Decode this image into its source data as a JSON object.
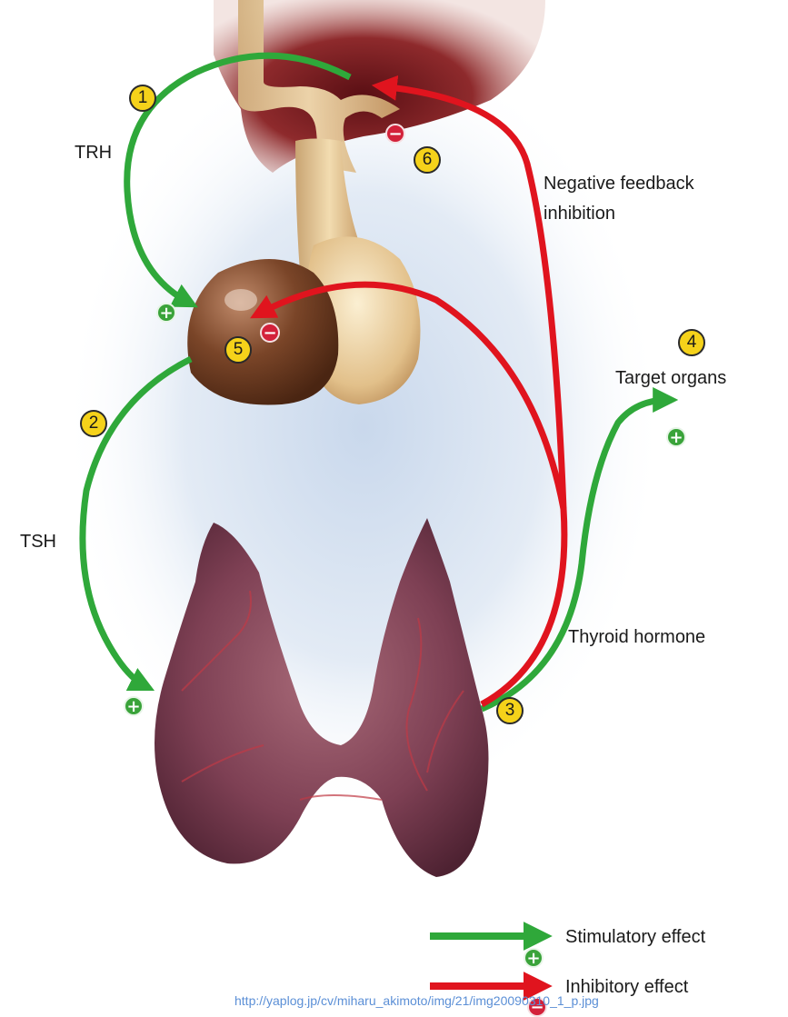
{
  "labels": {
    "trh": "TRH",
    "tsh": "TSH",
    "negative_feedback_line1": "Negative feedback",
    "negative_feedback_line2": "inhibition",
    "target_organs": "Target organs",
    "thyroid_hormone": "Thyroid hormone"
  },
  "badges": [
    "1",
    "2",
    "3",
    "4",
    "5",
    "6"
  ],
  "signs": {
    "plus": "+",
    "minus": "−"
  },
  "legend": {
    "stimulatory": "Stimulatory effect",
    "inhibitory": "Inhibitory effect"
  },
  "watermark_url": "http://yaplog.jp/cv/miharu_akimoto/img/21/img20090310_1_p.jpg",
  "colors": {
    "stimulatory_arrow": "#2fa83a",
    "inhibitory_arrow": "#e0141e",
    "badge": "#f5d21a",
    "thyroid": "#8a4a5a",
    "anterior_pituitary": "#7a4a2a",
    "posterior_pituitary": "#e8cfa0",
    "hypothalamus": "#8a2a2a"
  },
  "icons": [
    "plus-sign-icon",
    "minus-sign-icon"
  ]
}
